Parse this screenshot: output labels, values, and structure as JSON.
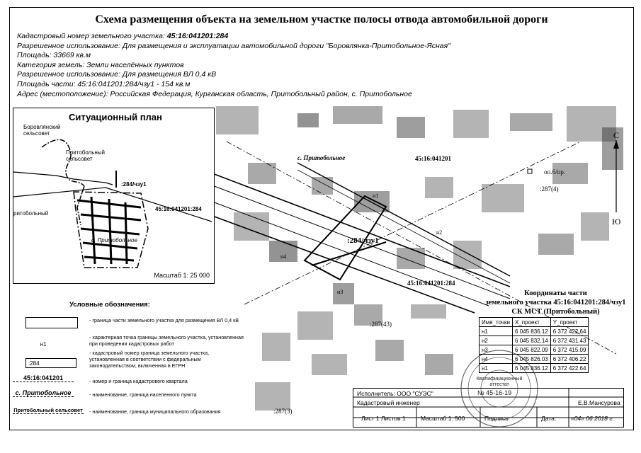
{
  "title": "Схема размещения объекта на земельном участке полосы отвода автомобильной дороги",
  "info": {
    "cadastral_label": "Кадастровый номер земельного участка:",
    "cadastral_value": "45:16:041201:284",
    "use_1": "Разрешенное использование: Для размещения и эксплуатации автомобильной дороги \"Боровлянка-Притобольное-Ясная\"",
    "area": "Площадь: 33669 кв.м",
    "category": "Категория земель: Земли населённых пунктов",
    "use_2": "Разрешенное использование: Для размещения ВЛ 0,4 кВ",
    "part_area": "Площадь части: 45:16:041201:284/чзу1 - 154 кв.м",
    "address": "Адрес (местоположение): Российская Федерация, Курганская область, Притобольный район, с. Притобольное"
  },
  "map_labels": {
    "village": "с. Притобольное",
    "quarter_top": "45:16:041201",
    "quarter_mid": "45:16:041201:284",
    "part": ":284/чзу1",
    "support": "оп.6/пр.",
    "parcel_287_4": ":287(4)",
    "parcel_287_3": ":287(3)",
    "parcel_287_43": ":287(43)",
    "north": "С",
    "south": "Ю",
    "n1": "н1",
    "n2": "н2",
    "n3": "н3",
    "n4": "н4"
  },
  "inset": {
    "title": "Ситуационный план",
    "borovlyanka": "Боровлянский сельсовет",
    "pritobolny": "Притобольный сельсовет",
    "part": ":284/чзу1",
    "parcel": "45:16:041201:284",
    "village": "с. Притобольное",
    "left_lbl": "ритобольный",
    "scale": "Масштаб 1: 25 000"
  },
  "legend": {
    "title": "Условные обозначения:",
    "rows": [
      {
        "symbol": "",
        "text": "- граница части земельного участка для размещения  ВЛ 0,4 кВ"
      },
      {
        "symbol": "н1",
        "text": "- характерная точка границы земельного участка, установленная при проведении кадастровых работ"
      },
      {
        "symbol": ":284",
        "text": "- кадастровый номер граница земельного участка, установленная в соответствии с федеральным законодательством, включенная в ЕГРН"
      },
      {
        "symbol": "45:16:041201",
        "text": "- номер и граница кадастрового квартала"
      },
      {
        "symbol": "с. Притобольное",
        "text": "- наименование, граница населенного пункта"
      },
      {
        "symbol": "Притобольный сельсовет",
        "text": "- наименование, граница муниципального образования"
      }
    ]
  },
  "coords": {
    "title_1": "Координаты части",
    "title_2": "земельного участка 45:16:041201:284/чзу1",
    "title_3": "СК МСТ (Притобольный)",
    "headers": [
      "Имя_точки",
      "X_проект",
      "Y_проект"
    ],
    "rows": [
      [
        "н1",
        "6 045 836.12",
        "6 372 422.64"
      ],
      [
        "н2",
        "6 045 832.14",
        "6 372 431.43"
      ],
      [
        "н3",
        "6 045 822.09",
        "6 372 415.09"
      ],
      [
        "н4",
        "6 045 826.03",
        "6 372 406.22"
      ],
      [
        "н1",
        "6 045 836.12",
        "6 372 422.64"
      ]
    ]
  },
  "stamp": {
    "text": "Квалификационный аттестат",
    "number": "№ 45-16-19"
  },
  "title_block": {
    "executor": "Исполнитель: ООО \"СУЭС\"",
    "engineer": "Кадастровый инженер",
    "name": "Е.В.Мансурова",
    "sheet": "Лист 1  Листов 1",
    "scale": "Масштаб 1: 500",
    "sign_label": "Подпись:",
    "date_label": "Дата:",
    "date_value": "«04»  06   2018 г."
  }
}
